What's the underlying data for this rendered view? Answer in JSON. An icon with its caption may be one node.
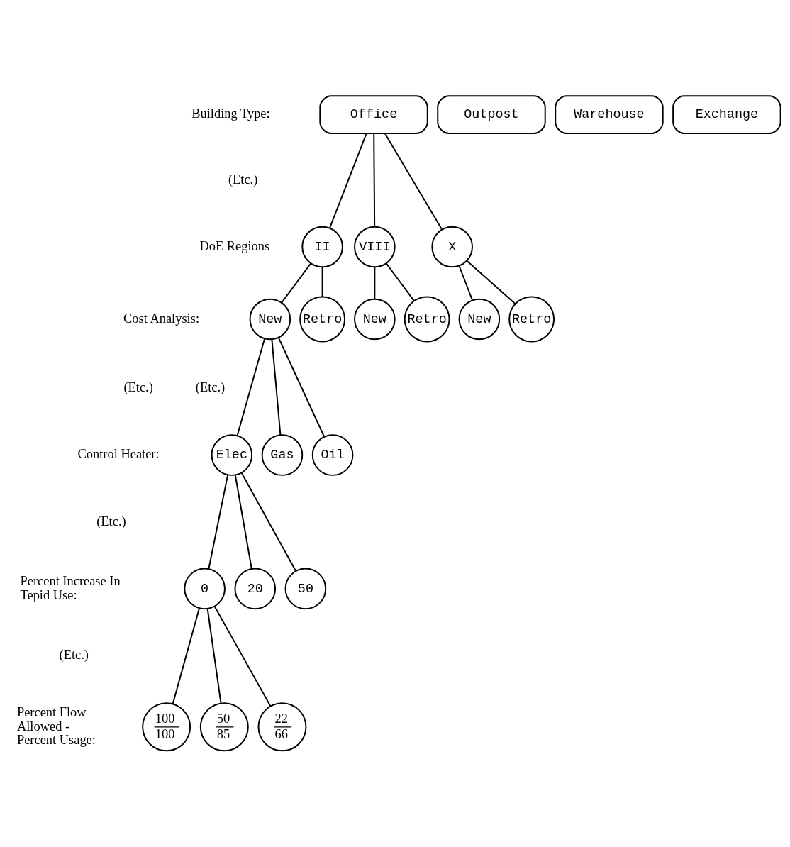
{
  "diagram": {
    "nodes": [
      {
        "text": [
          "Office"
        ]
      },
      {
        "text": [
          "Outpost"
        ]
      },
      {
        "text": [
          "Warehouse"
        ]
      },
      {
        "text": [
          "Exchange"
        ]
      },
      {
        "text": [
          "II"
        ]
      },
      {
        "text": [
          "VIII"
        ]
      },
      {
        "text": [
          "X"
        ]
      },
      {
        "text": [
          "New"
        ]
      },
      {
        "text": [
          "Retro"
        ]
      },
      {
        "text": [
          "New"
        ]
      },
      {
        "text": [
          "Retro"
        ]
      },
      {
        "text": [
          "New"
        ]
      },
      {
        "text": [
          "Retro"
        ]
      },
      {
        "text": [
          "Elec"
        ]
      },
      {
        "text": [
          "Gas"
        ]
      },
      {
        "text": [
          "Oil"
        ]
      },
      {
        "text": [
          "0"
        ]
      },
      {
        "text": [
          "20"
        ]
      },
      {
        "text": [
          "50"
        ]
      },
      {
        "text": [
          "100",
          "100"
        ]
      },
      {
        "text": [
          "50",
          "85"
        ]
      },
      {
        "text": [
          "22",
          "66"
        ]
      }
    ],
    "edges": [
      {
        "from": 0,
        "to": 4,
        "arrow": "none"
      },
      {
        "from": 0,
        "to": 5,
        "arrow": "none"
      },
      {
        "from": 0,
        "to": 6,
        "arrow": "none"
      },
      {
        "from": 4,
        "to": 7,
        "arrow": "none"
      },
      {
        "from": 4,
        "to": 8,
        "arrow": "none"
      },
      {
        "from": 5,
        "to": 9,
        "arrow": "none"
      },
      {
        "from": 5,
        "to": 10,
        "arrow": "none"
      },
      {
        "from": 6,
        "to": 11,
        "arrow": "none"
      },
      {
        "from": 6,
        "to": 12,
        "arrow": "none"
      },
      {
        "from": 7,
        "to": 13,
        "arrow": "none"
      },
      {
        "from": 7,
        "to": 14,
        "arrow": "none"
      },
      {
        "from": 7,
        "to": 15,
        "arrow": "none"
      },
      {
        "from": 13,
        "to": 16,
        "arrow": "none"
      },
      {
        "from": 13,
        "to": 17,
        "arrow": "none"
      },
      {
        "from": 13,
        "to": 18,
        "arrow": "none"
      },
      {
        "from": 16,
        "to": 19,
        "arrow": "none"
      },
      {
        "from": 16,
        "to": 20,
        "arrow": "none"
      },
      {
        "from": 16,
        "to": 21,
        "arrow": "none"
      }
    ],
    "labels": [
      "Building Type:",
      "(Etc.)",
      "DoE Regions",
      "Cost Analysis:",
      "(Etc.)",
      "(Etc.)",
      "Control Heater:",
      "(Etc.)",
      "Percent Increase In Tepid Use:",
      "(Etc.)",
      "Percent Flow Allowed - Percent Usage:"
    ]
  }
}
